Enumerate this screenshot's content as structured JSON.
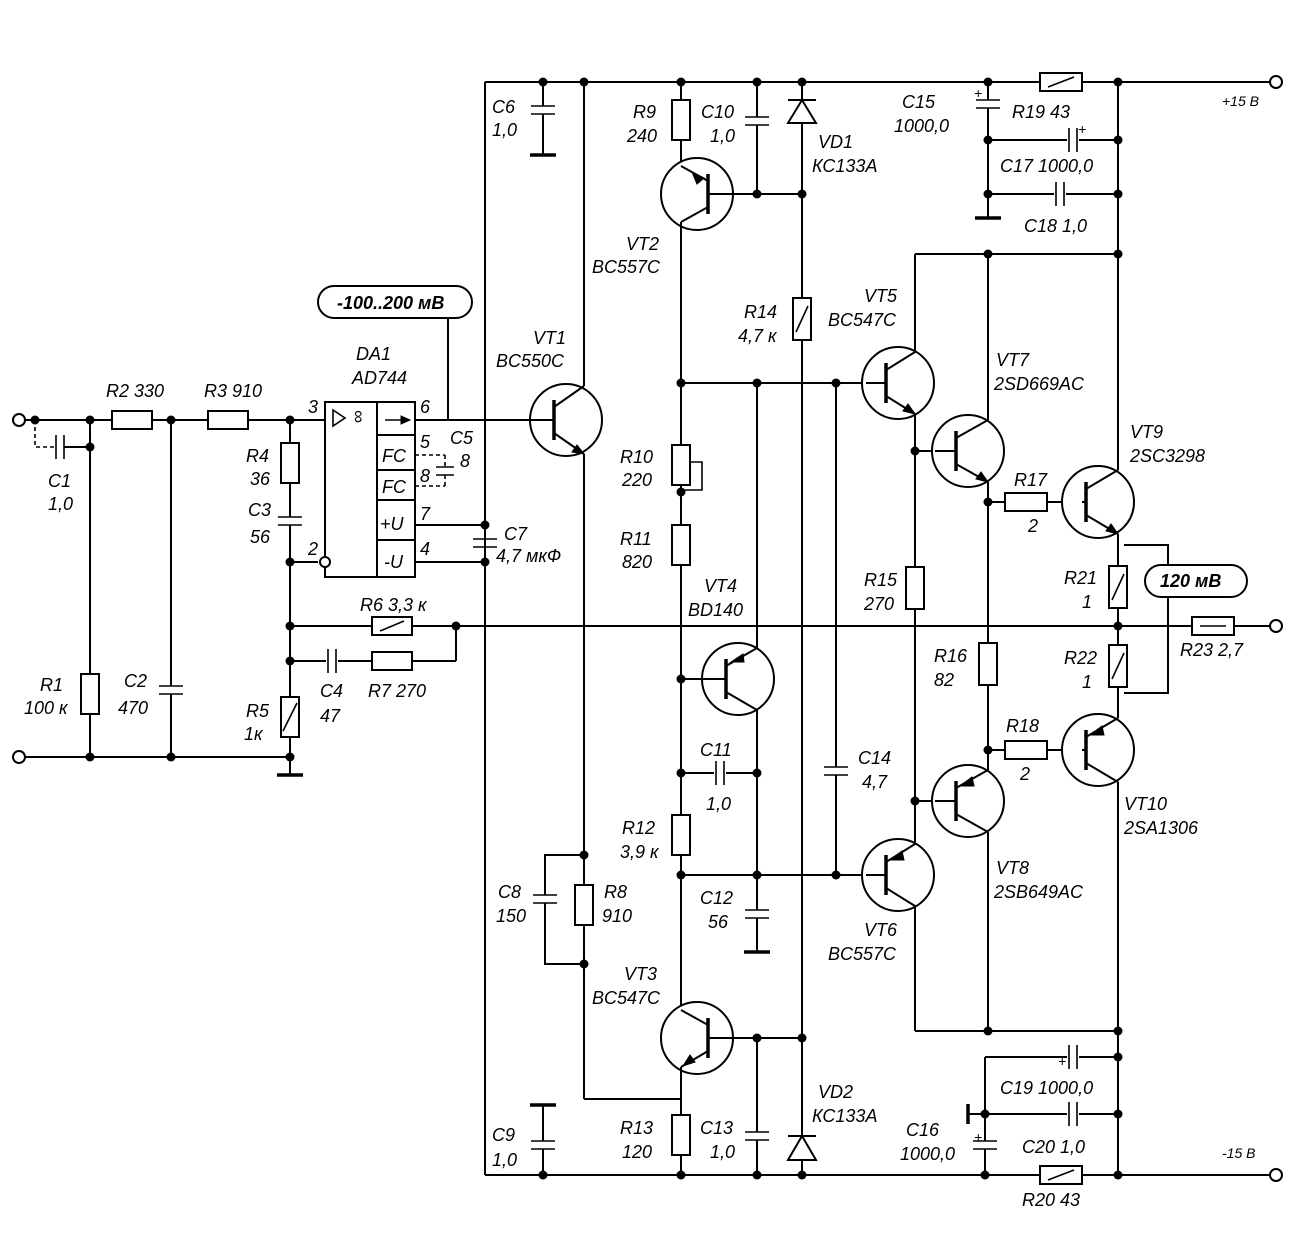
{
  "labels": {
    "r1": "R1",
    "r1v": "100 к",
    "c1": "C1",
    "c1v": "1,0",
    "r2": "R2  330",
    "r3": "R3  910",
    "c2": "C2",
    "c2v": "470",
    "r4": "R4",
    "r4v": "36",
    "c3": "C3",
    "c3v": "56",
    "r5": "R5",
    "r5v": "1к",
    "c4": "C4",
    "c4v": "47",
    "r6": "R6  3,3 к",
    "r7": "R7  270",
    "da1": "DA1",
    "da1v": "AD744",
    "pin3": "3",
    "pin2": "2",
    "pin6": "6",
    "pin5": "5",
    "pin8": "8",
    "pin7": "7",
    "pin4": "4",
    "fc1": "FC",
    "fc2": "FC",
    "pu": "+U",
    "mu": "-U",
    "c5": "C5",
    "c5v": "8",
    "c7": "C7",
    "c7v": "4,7 мкФ",
    "c6": "C6",
    "c6v": "1,0",
    "c9": "C9",
    "c9v": "1,0",
    "c8": "C8",
    "c8v": "150",
    "r8": "R8",
    "r8v": "910",
    "vt1": "VT1",
    "vt1v": "BC550C",
    "vt2": "VT2",
    "vt2v": "BC557C",
    "vt3": "VT3",
    "vt3v": "BC547C",
    "vt4": "VT4",
    "vt4v": "BD140",
    "r9": "R9",
    "r9v": "240",
    "c10": "C10",
    "c10v": "1,0",
    "r10": "R10",
    "r10v": "220",
    "r11": "R11",
    "r11v": "820",
    "c11": "C11",
    "c11v": "1,0",
    "r12": "R12",
    "r12v": "3,9 к",
    "c12": "C12",
    "c12v": "56",
    "r13": "R13",
    "r13v": "120",
    "c13": "C13",
    "c13v": "1,0",
    "vd1": "VD1",
    "vd1v": "КС133А",
    "vd2": "VD2",
    "vd2v": "КС133А",
    "r14": "R14",
    "r14v": "4,7 к",
    "vt5": "VT5",
    "vt5v": "BC547C",
    "vt6": "VT6",
    "vt6v": "BC557C",
    "c14": "C14",
    "c14v": "4,7",
    "r15": "R15",
    "r15v": "270",
    "r16": "R16",
    "r16v": "82",
    "vt7": "VT7",
    "vt7v": "2SD669AC",
    "vt8": "VT8",
    "vt8v": "2SB649AC",
    "r17": "R17",
    "r17v": "2",
    "r18": "R18",
    "r18v": "2",
    "vt9": "VT9",
    "vt9v": "2SC3298",
    "vt10": "VT10",
    "vt10v": "2SA1306",
    "r21": "R21",
    "r21v": "1",
    "r22": "R22",
    "r22v": "1",
    "r23": "R23  2,7",
    "c15": "C15",
    "c15v": "1000,0",
    "r19": "R19   43",
    "c17": "C17  1000,0",
    "c18": "C18  1,0",
    "c16": "C16",
    "c16v": "1000,0",
    "c19": "C19  1000,0",
    "c20": "C20    1,0",
    "r20": "R20     43",
    "vplus": "+15 В",
    "vminus": "-15 В",
    "meas_op": "-100..200 мВ",
    "meas_out": "120 мВ",
    "plus_sign": "+",
    "inf": "∞"
  }
}
